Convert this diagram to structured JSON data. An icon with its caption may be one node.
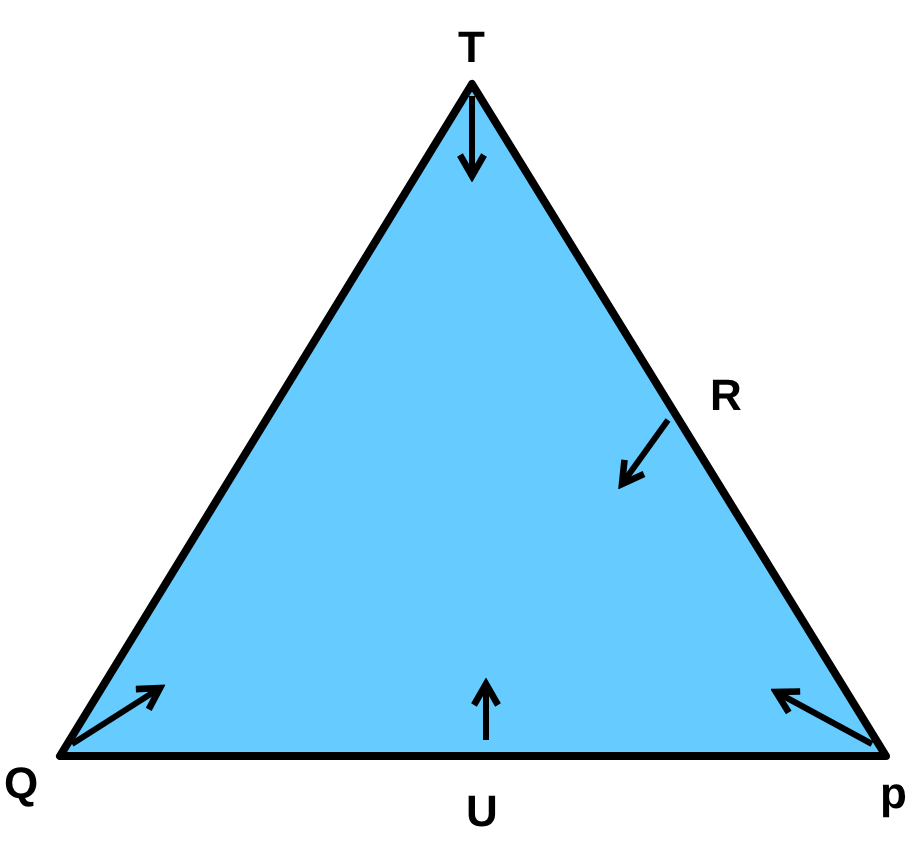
{
  "diagram": {
    "labels": [
      "T",
      "R",
      "Q",
      "U",
      "p"
    ]
  }
}
